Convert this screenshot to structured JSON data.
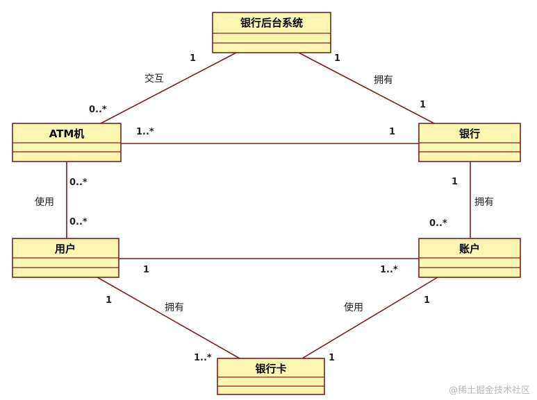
{
  "diagram": {
    "classes": {
      "backend": "银行后台系统",
      "atm": "ATM机",
      "bank": "银行",
      "user": "用户",
      "account": "账户",
      "card": "银行卡"
    },
    "associations": {
      "backend_atm": {
        "role": "交互",
        "mult_backend": "1",
        "mult_atm": "0..*"
      },
      "backend_bank": {
        "role": "拥有",
        "mult_backend": "1",
        "mult_bank": "1"
      },
      "atm_bank": {
        "mult_atm": "1..*",
        "mult_bank": "1"
      },
      "atm_user": {
        "role": "使用",
        "mult_atm": "0..*",
        "mult_user": "0..*"
      },
      "bank_account": {
        "role": "拥有",
        "mult_bank": "1",
        "mult_account": "0..*"
      },
      "user_account": {
        "mult_user": "1",
        "mult_account": "1..*"
      },
      "user_card": {
        "role": "拥有",
        "mult_user": "1",
        "mult_card": "1..*"
      },
      "account_card": {
        "role": "使用",
        "mult_account": "1",
        "mult_card": "1"
      }
    }
  },
  "watermark": "@稀土掘金技术社区",
  "colors": {
    "box_fill": "#fdf6b0",
    "line": "#7a1f1f"
  }
}
